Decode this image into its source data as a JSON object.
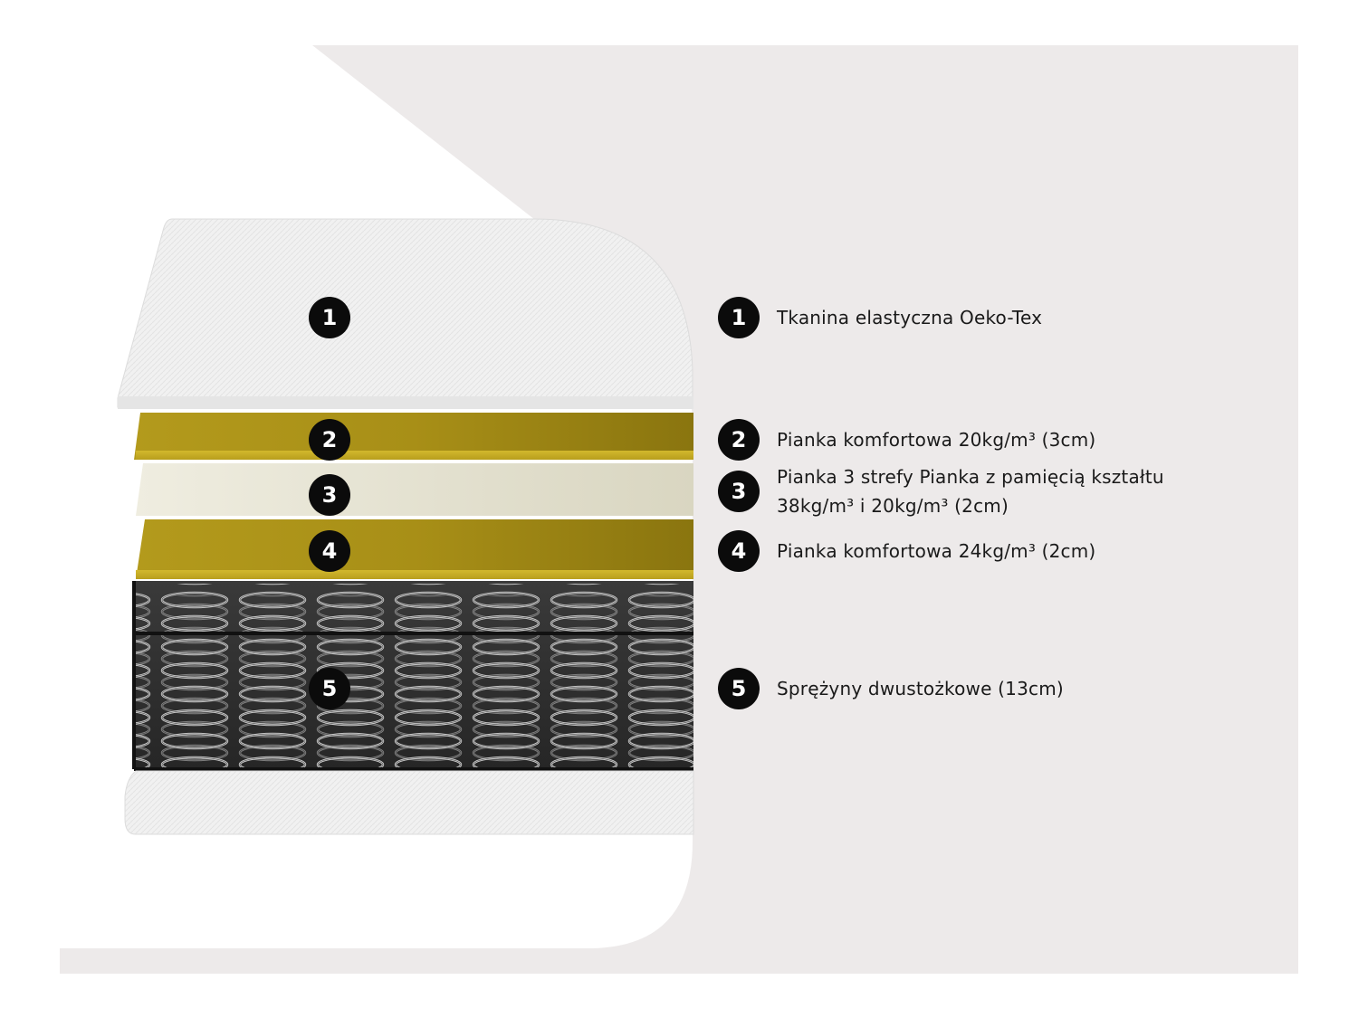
{
  "layers": [
    {
      "number": "1",
      "lines": [
        "Tkanina elastyczna Oeko-Tex"
      ],
      "color": "#f0f0f0"
    },
    {
      "number": "2",
      "lines": [
        "Pianka komfortowa 20kg/m³ (3cm)"
      ],
      "color": "#c2a826"
    },
    {
      "number": "3",
      "lines": [
        "Pianka 3 strefy Pianka z pamięcią kształtu",
        "38kg/m³ i 20kg/m³ (2cm)"
      ],
      "color": "#e9e7cf"
    },
    {
      "number": "4",
      "lines": [
        "Pianka komfortowa 24kg/m³ (2cm)"
      ],
      "color": "#c2a826"
    },
    {
      "number": "5",
      "lines": [
        "Sprężyny dwustożkowe (13cm)"
      ],
      "color": "#2a2a2a"
    }
  ],
  "colors": {
    "background_panel": "#edeaea",
    "badge": "#0b0b0b"
  }
}
